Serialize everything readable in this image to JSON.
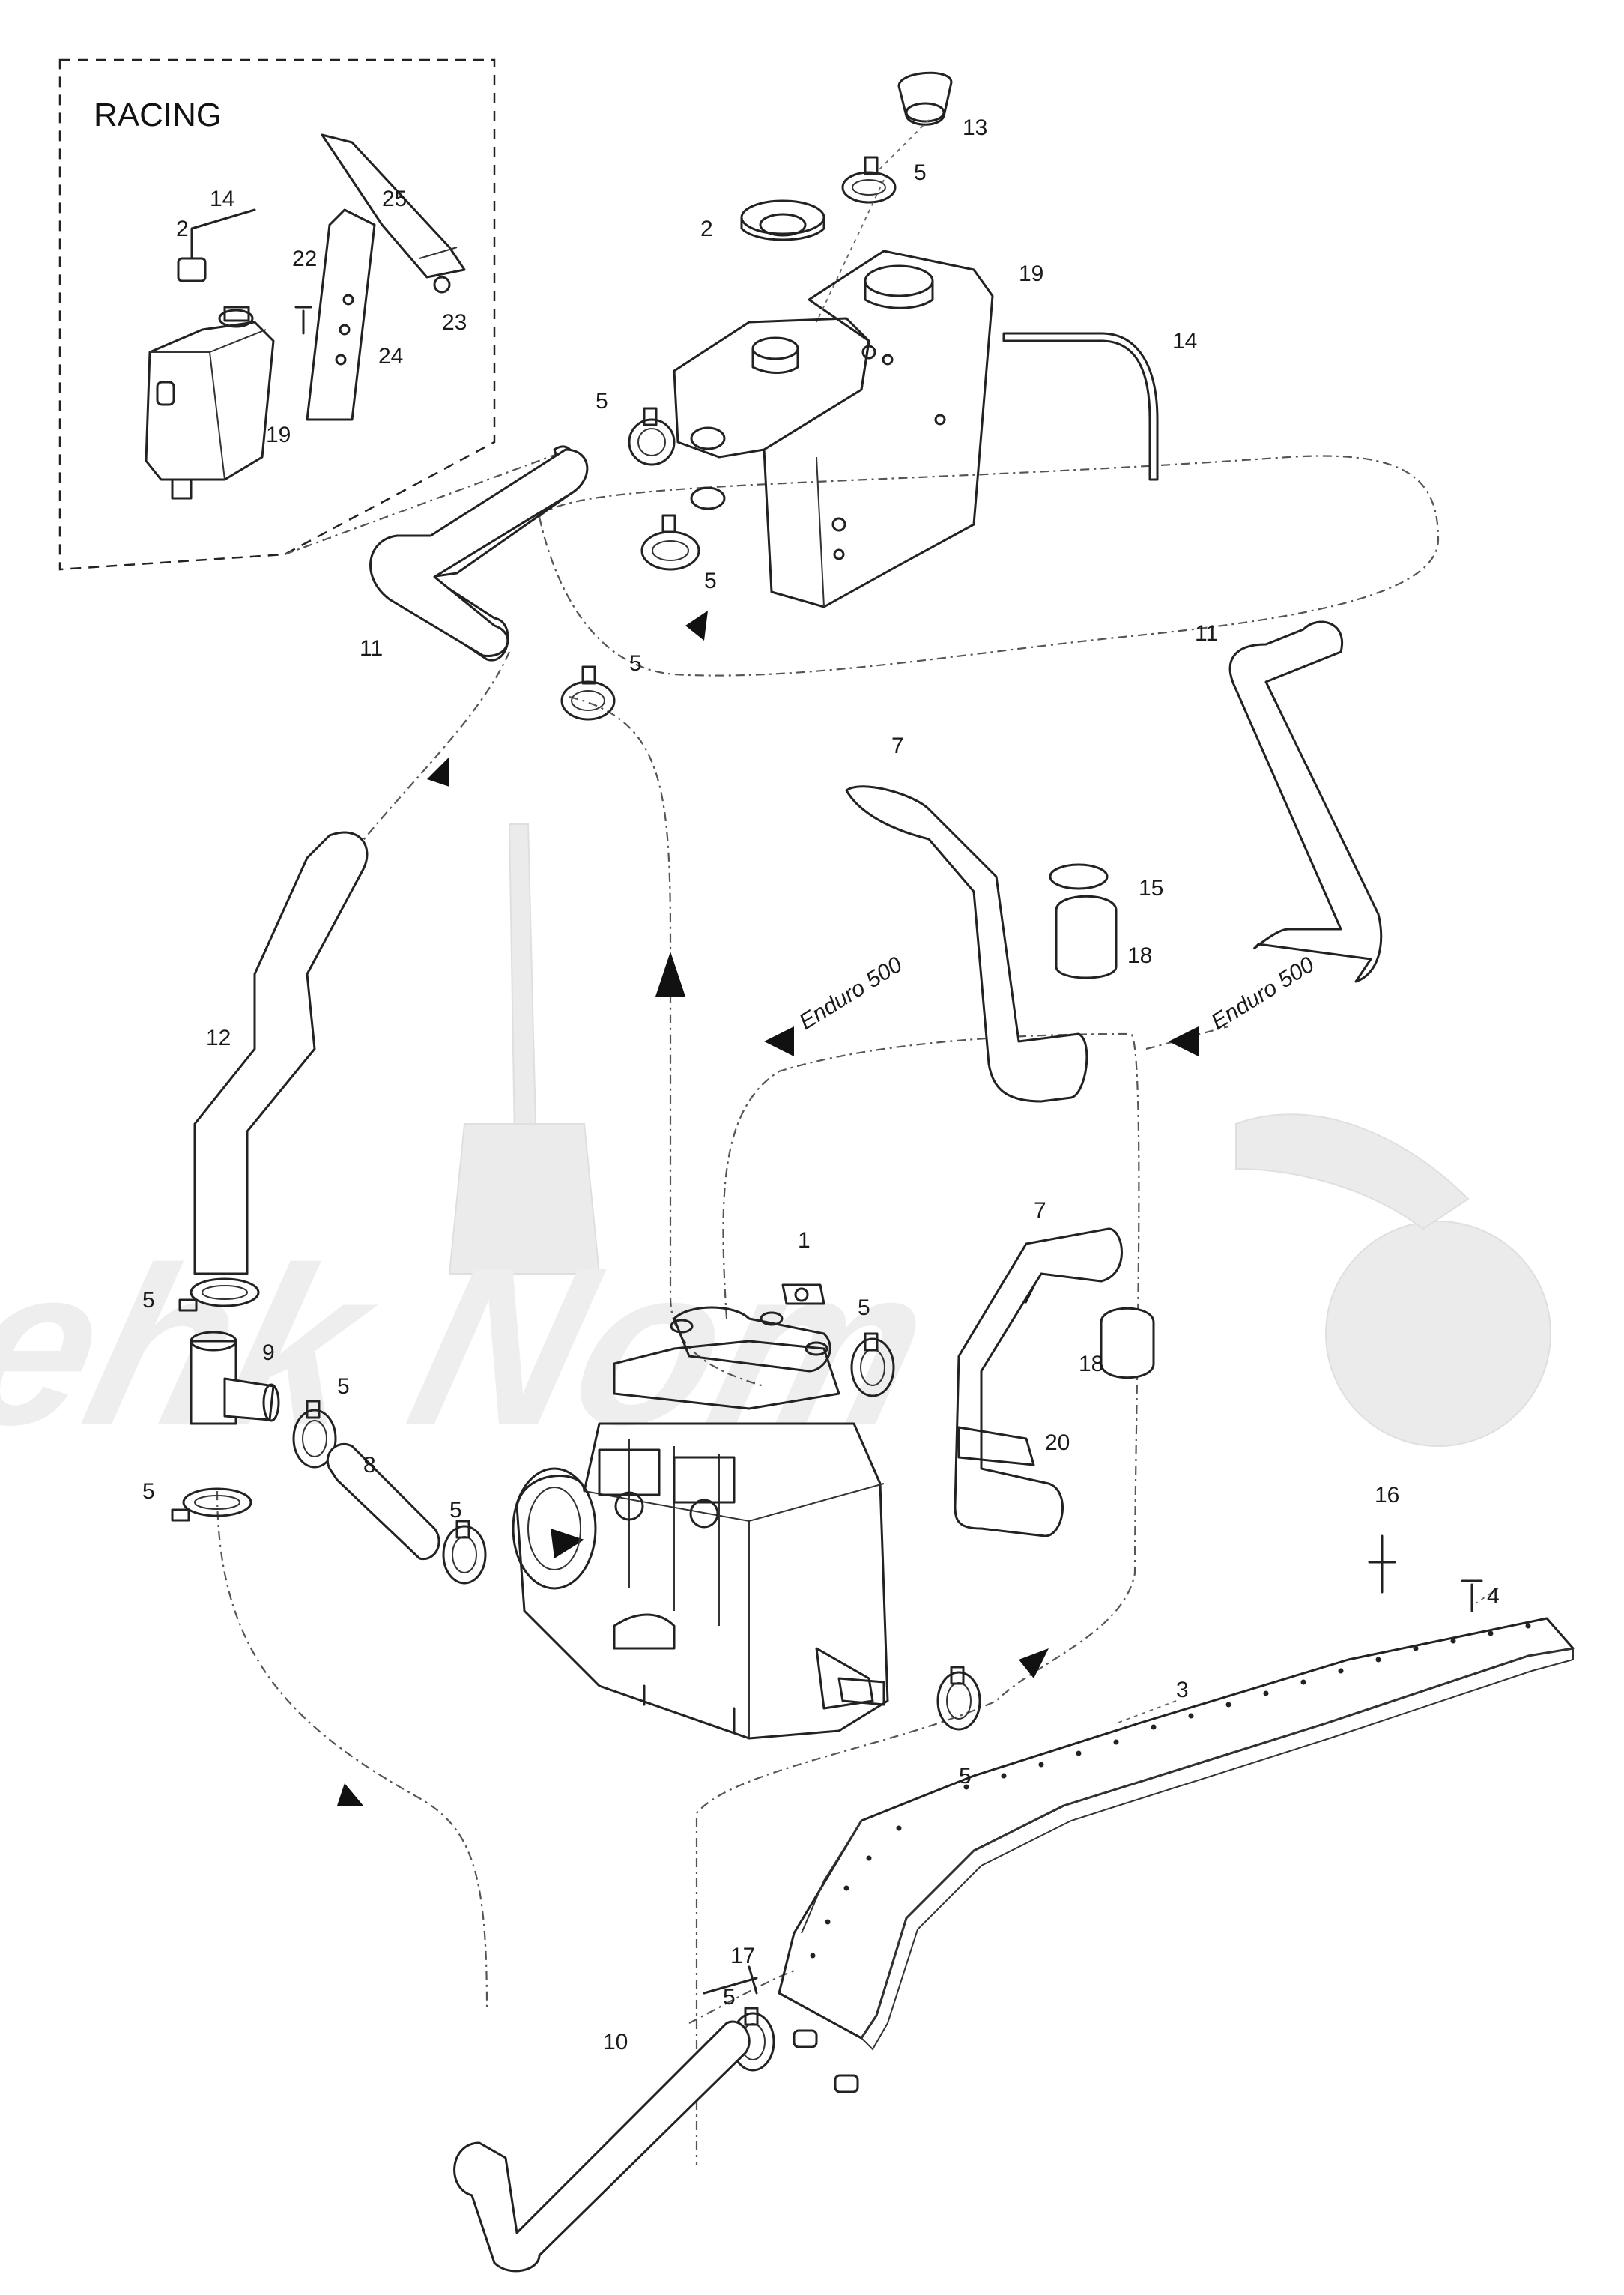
{
  "racing_box": {
    "title": "RACING"
  },
  "variant_labels": [
    "Enduro 500",
    "Enduro 500"
  ],
  "callouts": {
    "c13": "13",
    "c5a": "5",
    "c2a": "2",
    "c19a": "19",
    "c14a": "14",
    "c5b": "5",
    "c5c": "5",
    "c11a": "11",
    "c5d": "5",
    "c11b": "11",
    "c7a": "7",
    "c15": "15",
    "c18a": "18",
    "c12": "12",
    "c7b": "7",
    "c1": "1",
    "c5e": "5",
    "c18b": "18",
    "c20": "20",
    "c5f": "5",
    "c9": "9",
    "c5g": "5",
    "c8": "8",
    "c5h": "5",
    "c5i": "5",
    "c16": "16",
    "c4": "4",
    "c3": "3",
    "c5j": "5",
    "c17": "17",
    "c5k": "5",
    "c10": "10",
    "r14": "14",
    "r2": "2",
    "r25": "25",
    "r22": "22",
    "r23": "23",
    "r24": "24",
    "r19": "19"
  },
  "watermark": {
    "text": "Mehk Nom"
  }
}
